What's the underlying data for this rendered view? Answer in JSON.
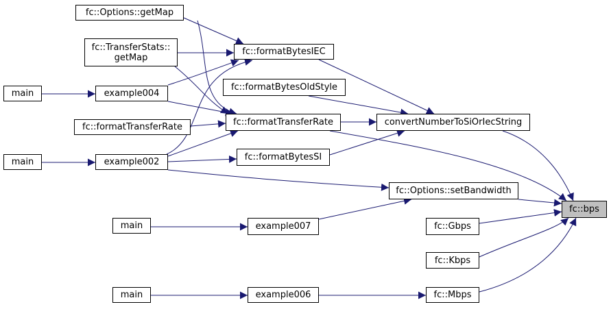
{
  "graph": {
    "edge_color": "#191970",
    "current_node_fill": "#bfbfbf",
    "nodes": {
      "options_getmap": "fc::Options::getMap",
      "transferstats_getmap": "fc::TransferStats::\ngetMap",
      "main_1": "main",
      "example004": "example004",
      "formattransferrate_left": "fc::formatTransferRate",
      "main_2": "main",
      "example002": "example002",
      "main_3": "main",
      "main_4": "main",
      "formatbytesiec": "fc::formatBytesIEC",
      "formatbytesoldstyle": "fc::formatBytesOldStyle",
      "formattransferrate": "fc::formatTransferRate",
      "formatbytessi": "fc::formatBytesSI",
      "example007": "example007",
      "example006": "example006",
      "convertnumber": "convertNumberToSiOrIecString",
      "setbandwidth": "fc::Options::setBandwidth",
      "gbps": "fc::Gbps",
      "kbps": "fc::Kbps",
      "mbps": "fc::Mbps",
      "bps": "fc::bps"
    }
  }
}
